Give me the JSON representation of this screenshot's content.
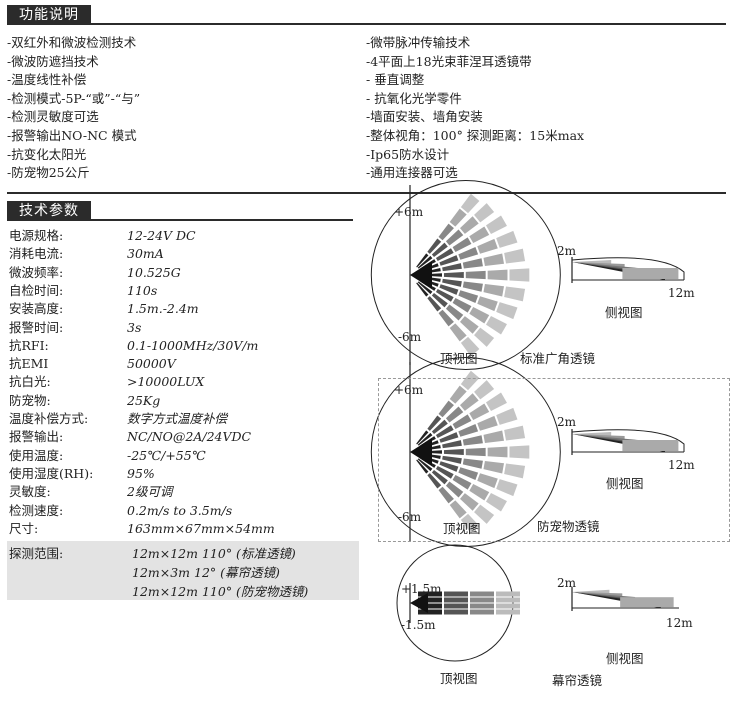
{
  "features": {
    "title": "功能说明",
    "left": [
      "-双红外和微波检测技术",
      "-微波防遮挡技术",
      "-温度线性补偿",
      "-检测模式-5P-“或”-“与”",
      "-检测灵敏度可选",
      "-报警输出NO-NC 模式",
      "-抗变化太阳光",
      "-防宠物25公斤"
    ],
    "right": [
      "-微带脉冲传输技术",
      "-4平面上18光束菲涅耳透镜带",
      "- 垂直调整",
      "- 抗氧化光学零件",
      "-墙面安装、墙角安装",
      "-整体视角：100°   探测距离：15米max",
      "-Ip65防水设计",
      "-通用连接器可选"
    ]
  },
  "specs": {
    "title": "技术参数",
    "rows": [
      {
        "k": "电源规格:",
        "v": "12-24V DC"
      },
      {
        "k": "消耗电流:",
        "v": "30mA"
      },
      {
        "k": "微波频率:",
        "v": "10.525G"
      },
      {
        "k": "自检时间:",
        "v": "110s"
      },
      {
        "k": "安装高度:",
        "v": "1.5m.-2.4m"
      },
      {
        "k": "报警时间:",
        "v": "3s"
      },
      {
        "k": "抗RFI:",
        "v": "0.1-1000MHz/30V/m"
      },
      {
        "k": "抗EMI",
        "v": "50000V"
      },
      {
        "k": "抗白光:",
        "v": ">10000LUX"
      },
      {
        "k": "防宠物:",
        "v": "25Kg"
      },
      {
        "k": "温度补偿方式:",
        "v": "数字方式温度补偿"
      },
      {
        "k": "报警输出:",
        "v": "NC/NO@2A/24VDC"
      },
      {
        "k": "使用温度:",
        "v": "-25℃/+55℃"
      },
      {
        "k": "使用湿度(RH):",
        "v": "95%"
      },
      {
        "k": "灵敏度:",
        "v": "2级可调"
      },
      {
        "k": "检测速度:",
        "v": "0.2m/s to 3.5m/s"
      },
      {
        "k": "尺寸:",
        "v": "163mm×67mm×54mm"
      }
    ],
    "range_label": "探测范围:",
    "ranges": [
      "12m×12m  110°    (标准透镜)",
      "12m×3m   12°     (幕帘透镜)",
      "12m×12m  110°    (防宠物透镜)"
    ]
  },
  "diagrams": {
    "d1": {
      "top": "+6m",
      "bottom": "-6m",
      "top_view": "顶视图",
      "lens": "标准广角透镜",
      "side_h": "2m",
      "side_d": "12m",
      "side_view": "侧视图"
    },
    "d2": {
      "top": "+6m",
      "bottom": "-6m",
      "top_view": "顶视图",
      "lens": "防宠物透镜",
      "side_h": "2m",
      "side_d": "12m",
      "side_view": "侧视图"
    },
    "d3": {
      "top": "+1.5m",
      "bottom": "-1.5m",
      "top_view": "顶视图",
      "lens": "幕帘透镜",
      "side_h": "2m",
      "side_d": "12m",
      "side_view": "侧视图"
    }
  }
}
